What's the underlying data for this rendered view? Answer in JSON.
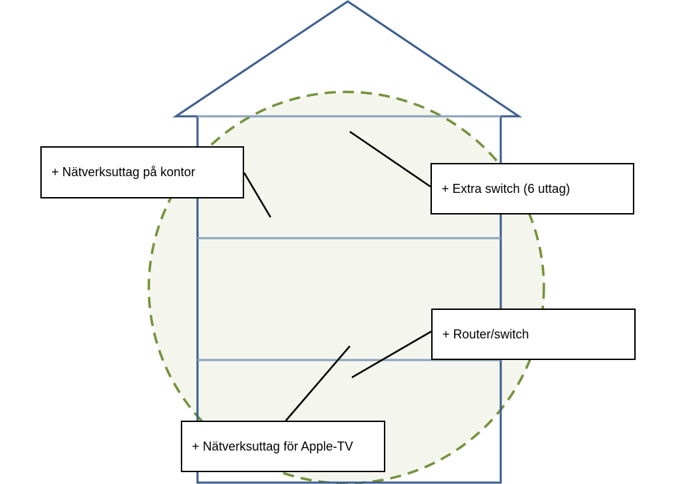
{
  "callouts": {
    "kontor": "+ Nätverksuttag på kontor",
    "extra_switch": "+ Extra switch (6 uttag)",
    "router": "+ Router/switch",
    "apple_tv": "+ Nätverksuttag för Apple-TV"
  },
  "colors": {
    "house_outline": "#3d5f8f",
    "floor_lines": "#8aa3ba",
    "coverage_fill": "#f4f6ee",
    "coverage_border": "#76923c",
    "leader_lines": "#000000"
  }
}
